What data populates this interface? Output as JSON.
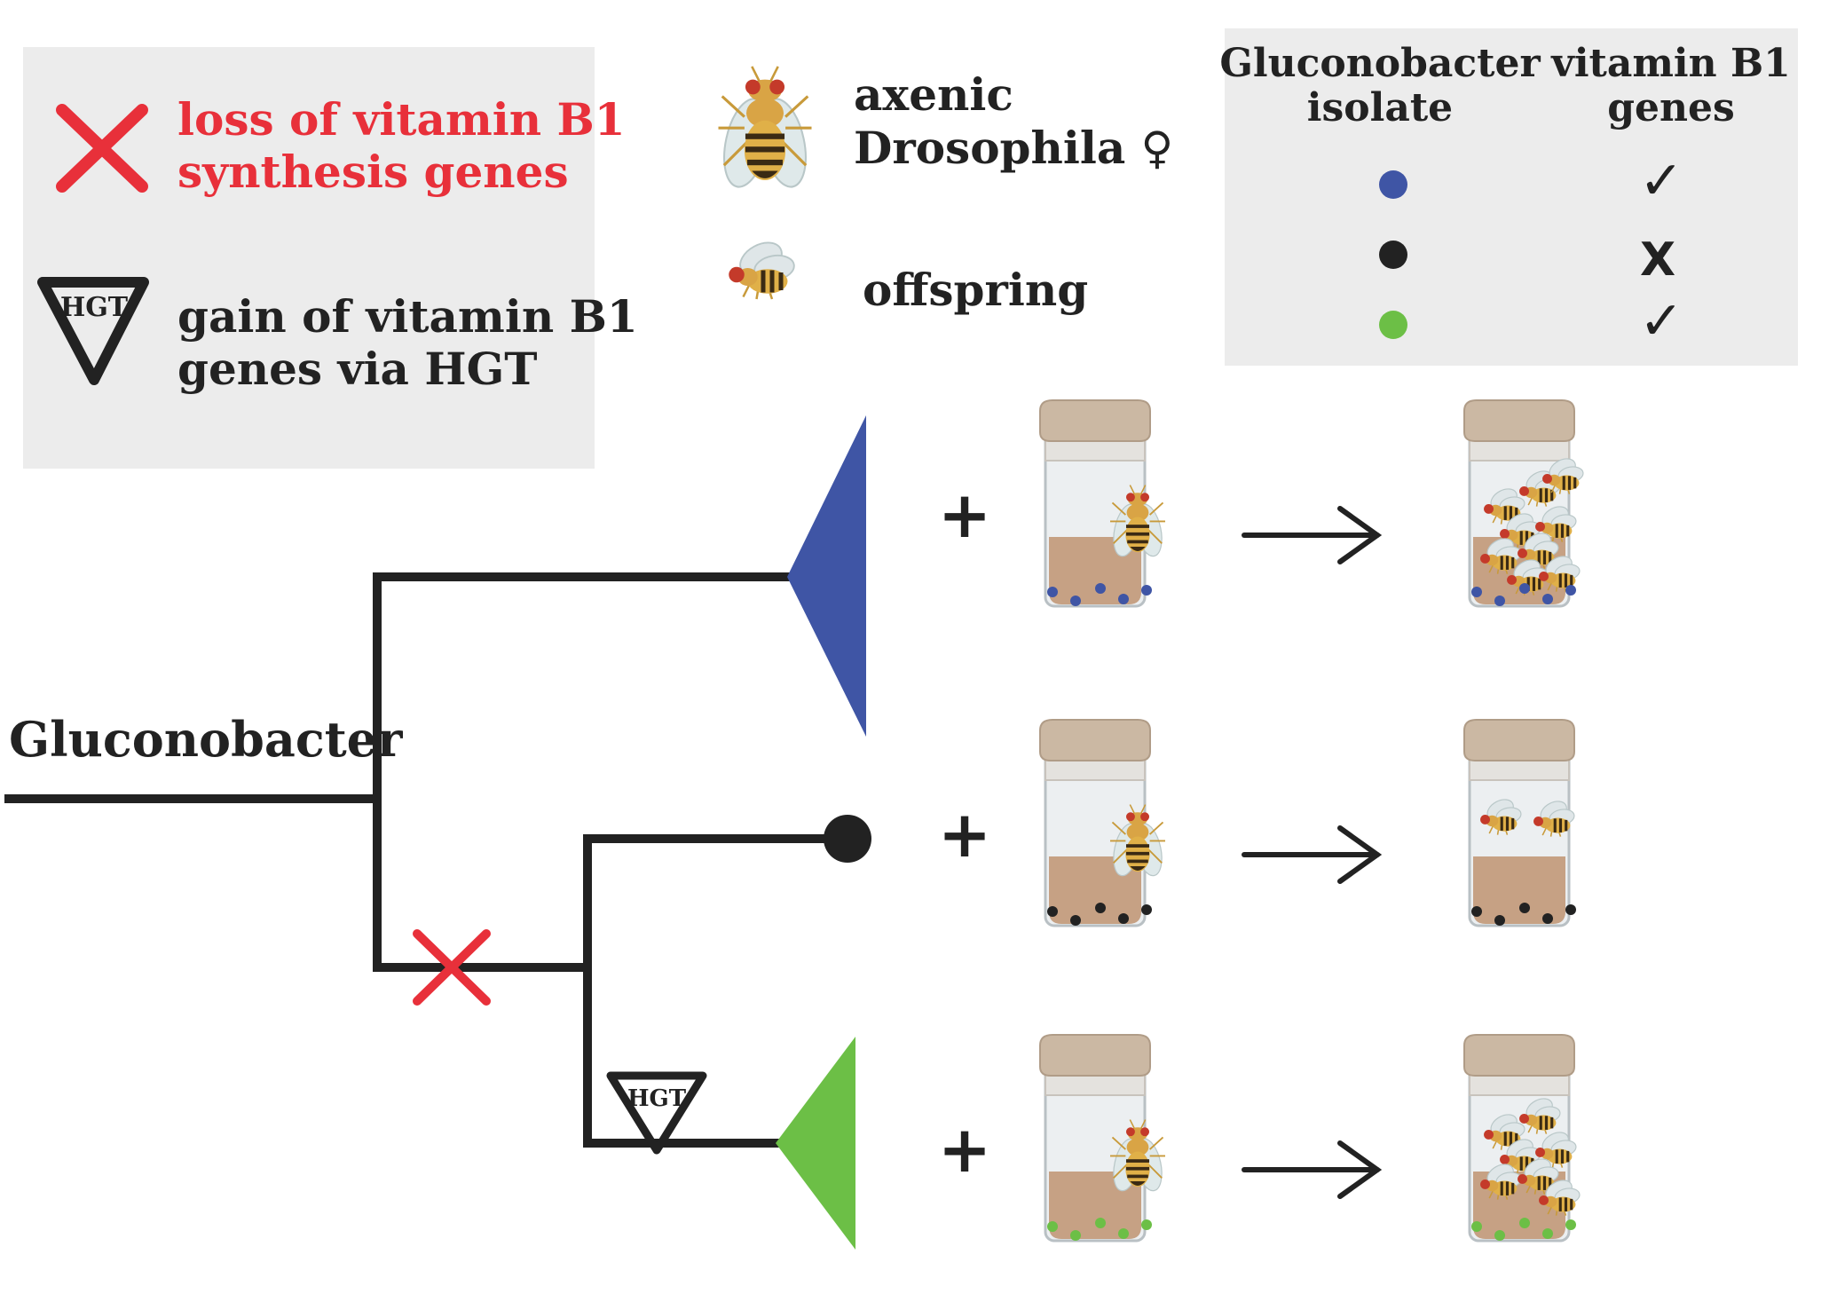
{
  "legend_symbols": {
    "loss_line1": "loss of vitamin B1",
    "loss_line2": "synthesis genes",
    "hgt_badge": "HGT",
    "gain_line1": "gain of vitamin B1",
    "gain_line2": "genes via HGT",
    "loss_color": "#e8303a"
  },
  "legend_flies": {
    "axenic_line1": "axenic",
    "axenic_line2": "Drosophila ♀",
    "offspring": "offspring"
  },
  "isolate_table": {
    "col1_line1": "Gluconobacter",
    "col1_line2": "isolate",
    "col2_line1": "vitamin B1",
    "col2_line2": "genes",
    "rows": [
      {
        "color": "#3f55a5",
        "status": "✓"
      },
      {
        "color": "#222222",
        "status": "X"
      },
      {
        "color": "#6cbf46",
        "status": "✓"
      }
    ]
  },
  "tree": {
    "root_label": "Gluconobacter",
    "hgt_label": "HGT",
    "clade_colors": [
      "#3f55a5",
      "#222222",
      "#6cbf46"
    ]
  },
  "experiment_rows": [
    {
      "plus": "+",
      "arrow": "→",
      "bacteria_color": "#3f55a5",
      "offspring_count": 9
    },
    {
      "plus": "+",
      "arrow": "→",
      "bacteria_color": "#222222",
      "offspring_count": 2
    },
    {
      "plus": "+",
      "arrow": "→",
      "bacteria_color": "#6cbf46",
      "offspring_count": 7
    }
  ]
}
